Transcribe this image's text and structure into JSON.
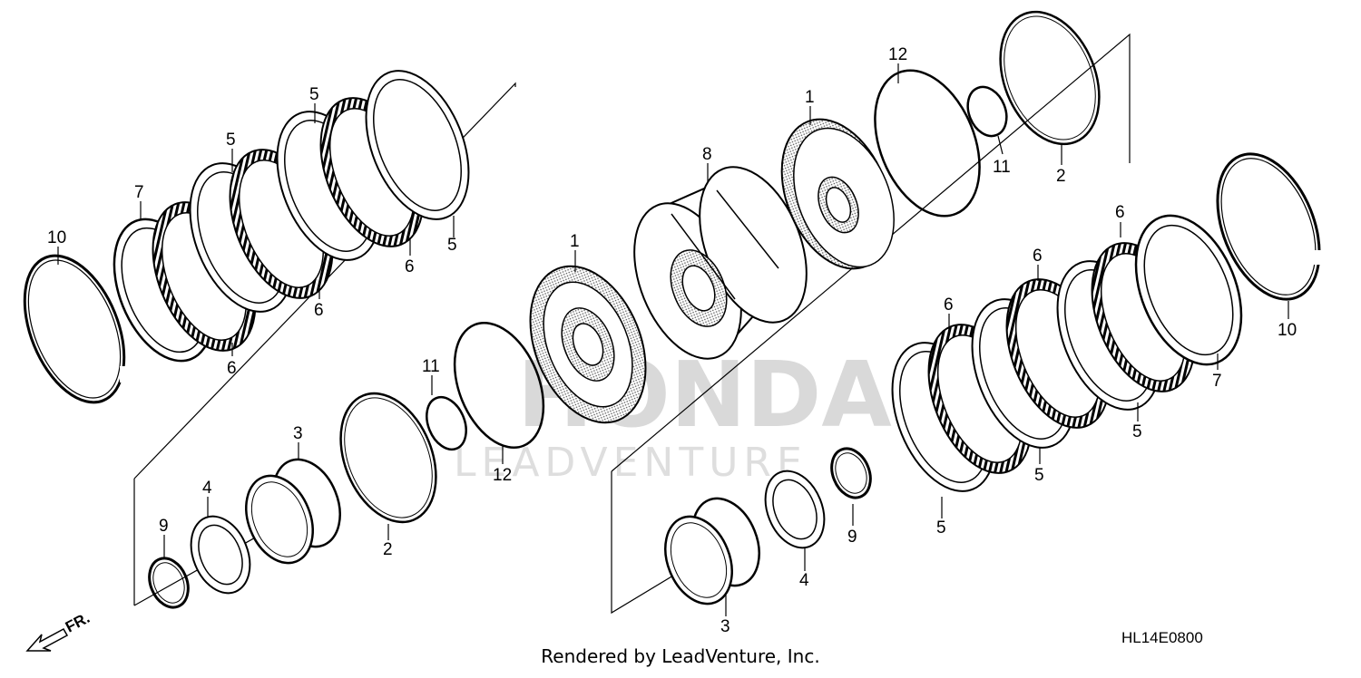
{
  "watermark": {
    "brand": "HONDA",
    "sub": "LEADVENTURE"
  },
  "diagram": {
    "code": "HL14E0800",
    "footer": "Rendered by LeadVenture, Inc.",
    "direction_label": "FR."
  },
  "callouts": [
    {
      "id": "l10",
      "text": "10"
    },
    {
      "id": "l7a",
      "text": "7"
    },
    {
      "id": "l5a",
      "text": "5"
    },
    {
      "id": "l5b",
      "text": "5"
    },
    {
      "id": "l5c",
      "text": "5"
    },
    {
      "id": "l6a",
      "text": "6"
    },
    {
      "id": "l6b",
      "text": "6"
    },
    {
      "id": "l6c",
      "text": "6"
    },
    {
      "id": "l1a",
      "text": "1"
    },
    {
      "id": "l8",
      "text": "8"
    },
    {
      "id": "l1b",
      "text": "1"
    },
    {
      "id": "l12a",
      "text": "12"
    },
    {
      "id": "l11a",
      "text": "11"
    },
    {
      "id": "l2a",
      "text": "2"
    },
    {
      "id": "l11b",
      "text": "11"
    },
    {
      "id": "l12b",
      "text": "12"
    },
    {
      "id": "l3a",
      "text": "3"
    },
    {
      "id": "l4a",
      "text": "4"
    },
    {
      "id": "l9a",
      "text": "9"
    },
    {
      "id": "l2b",
      "text": "2"
    },
    {
      "id": "l6d",
      "text": "6"
    },
    {
      "id": "l6e",
      "text": "6"
    },
    {
      "id": "l6f",
      "text": "6"
    },
    {
      "id": "l7b",
      "text": "7"
    },
    {
      "id": "l10b",
      "text": "10"
    },
    {
      "id": "l5d",
      "text": "5"
    },
    {
      "id": "l5e",
      "text": "5"
    },
    {
      "id": "l5f",
      "text": "5"
    },
    {
      "id": "l9b",
      "text": "9"
    },
    {
      "id": "l4b",
      "text": "4"
    },
    {
      "id": "l3b",
      "text": "3"
    }
  ]
}
